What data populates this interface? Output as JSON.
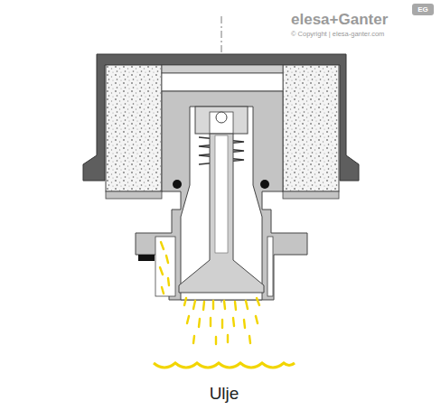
{
  "diagram": {
    "nodes": [
      {
        "text": [
          "EG"
        ]
      }
    ],
    "labels": [
      "elesa+Ganter",
      "© Copyright | elesa-ganter.com",
      "Ulje"
    ]
  }
}
